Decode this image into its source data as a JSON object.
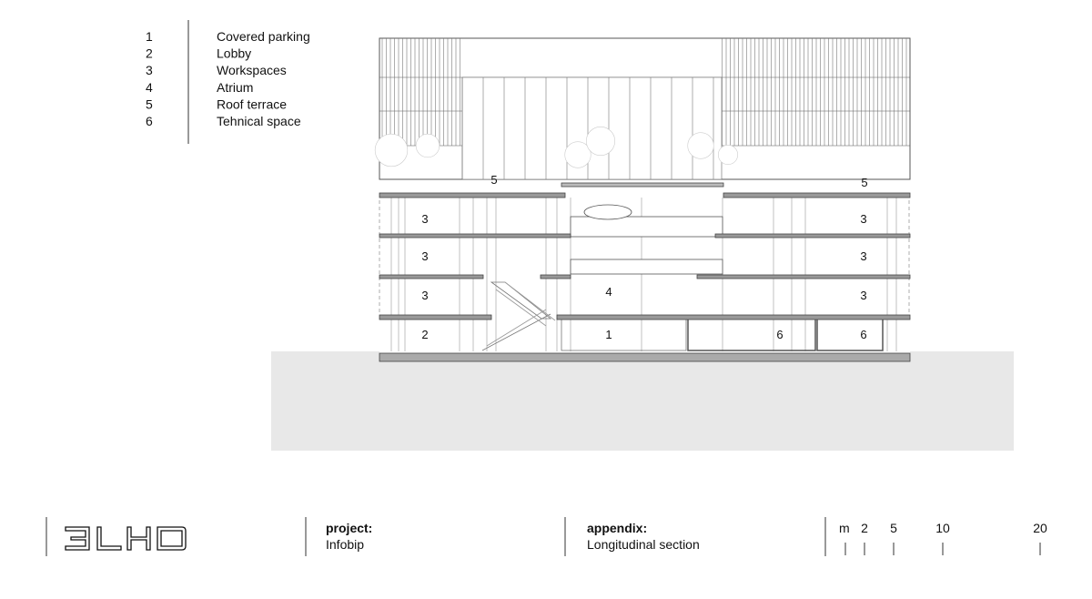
{
  "legend": [
    {
      "num": "1",
      "label": "Covered parking"
    },
    {
      "num": "2",
      "label": "Lobby"
    },
    {
      "num": "3",
      "label": "Workspaces"
    },
    {
      "num": "4",
      "label": "Atrium"
    },
    {
      "num": "5",
      "label": "Roof terrace"
    },
    {
      "num": "6",
      "label": "Tehnical space"
    }
  ],
  "rooms": [
    "5",
    "5",
    "3",
    "3",
    "3",
    "3",
    "3",
    "3",
    "4",
    "2",
    "1",
    "6",
    "6"
  ],
  "footer": {
    "logo": "3LHD",
    "project_label": "project:",
    "project_value": "Infobip",
    "appendix_label": "appendix:",
    "appendix_value": "Longitudinal section",
    "scale_unit": "m",
    "scale_marks": [
      "2",
      "5",
      "10",
      "20"
    ]
  }
}
